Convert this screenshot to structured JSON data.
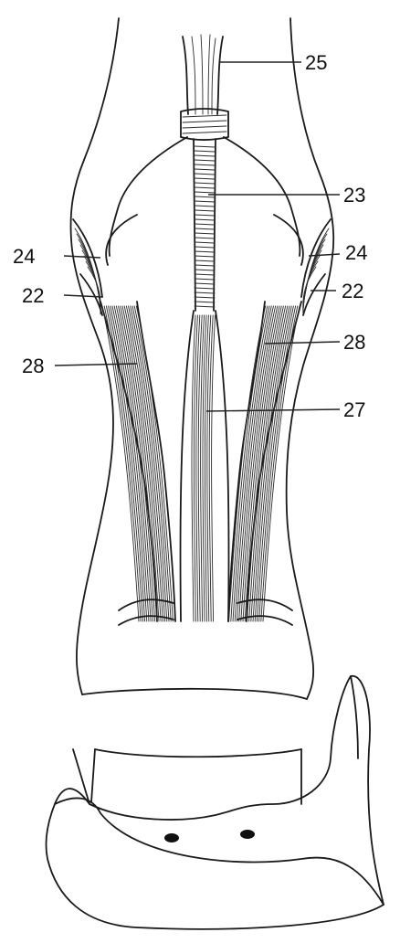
{
  "labels": {
    "l25": "25",
    "l23": "23",
    "l24_left": "24",
    "l24_right": "24",
    "l22_left": "22",
    "l22_right": "22",
    "l28_left": "28",
    "l28_right": "28",
    "l27": "27"
  }
}
